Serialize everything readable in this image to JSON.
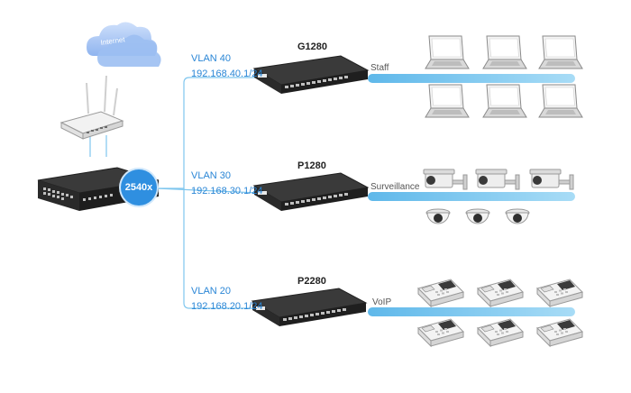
{
  "cloud": {
    "label": "Internet"
  },
  "core_switch": {
    "model": "2540x"
  },
  "branches": [
    {
      "vlan": "VLAN 40",
      "subnet": "192.168.40.1/24",
      "switch_model": "G1280",
      "segment": "Staff",
      "device_icon": "laptop-icon"
    },
    {
      "vlan": "VLAN 30",
      "subnet": "192.168.30.1/24",
      "switch_model": "P1280",
      "segment": "Surveillance",
      "device_icon": "camera-icon"
    },
    {
      "vlan": "VLAN 20",
      "subnet": "192.168.20.1/24",
      "switch_model": "P2280",
      "segment": "VoIP",
      "device_icon": "ip-phone-icon"
    }
  ],
  "colors": {
    "link": "#7fc6ee",
    "accent": "#2f8fe0",
    "switch_body": "#2b2b2b",
    "cloud": "#a9c9f5"
  }
}
